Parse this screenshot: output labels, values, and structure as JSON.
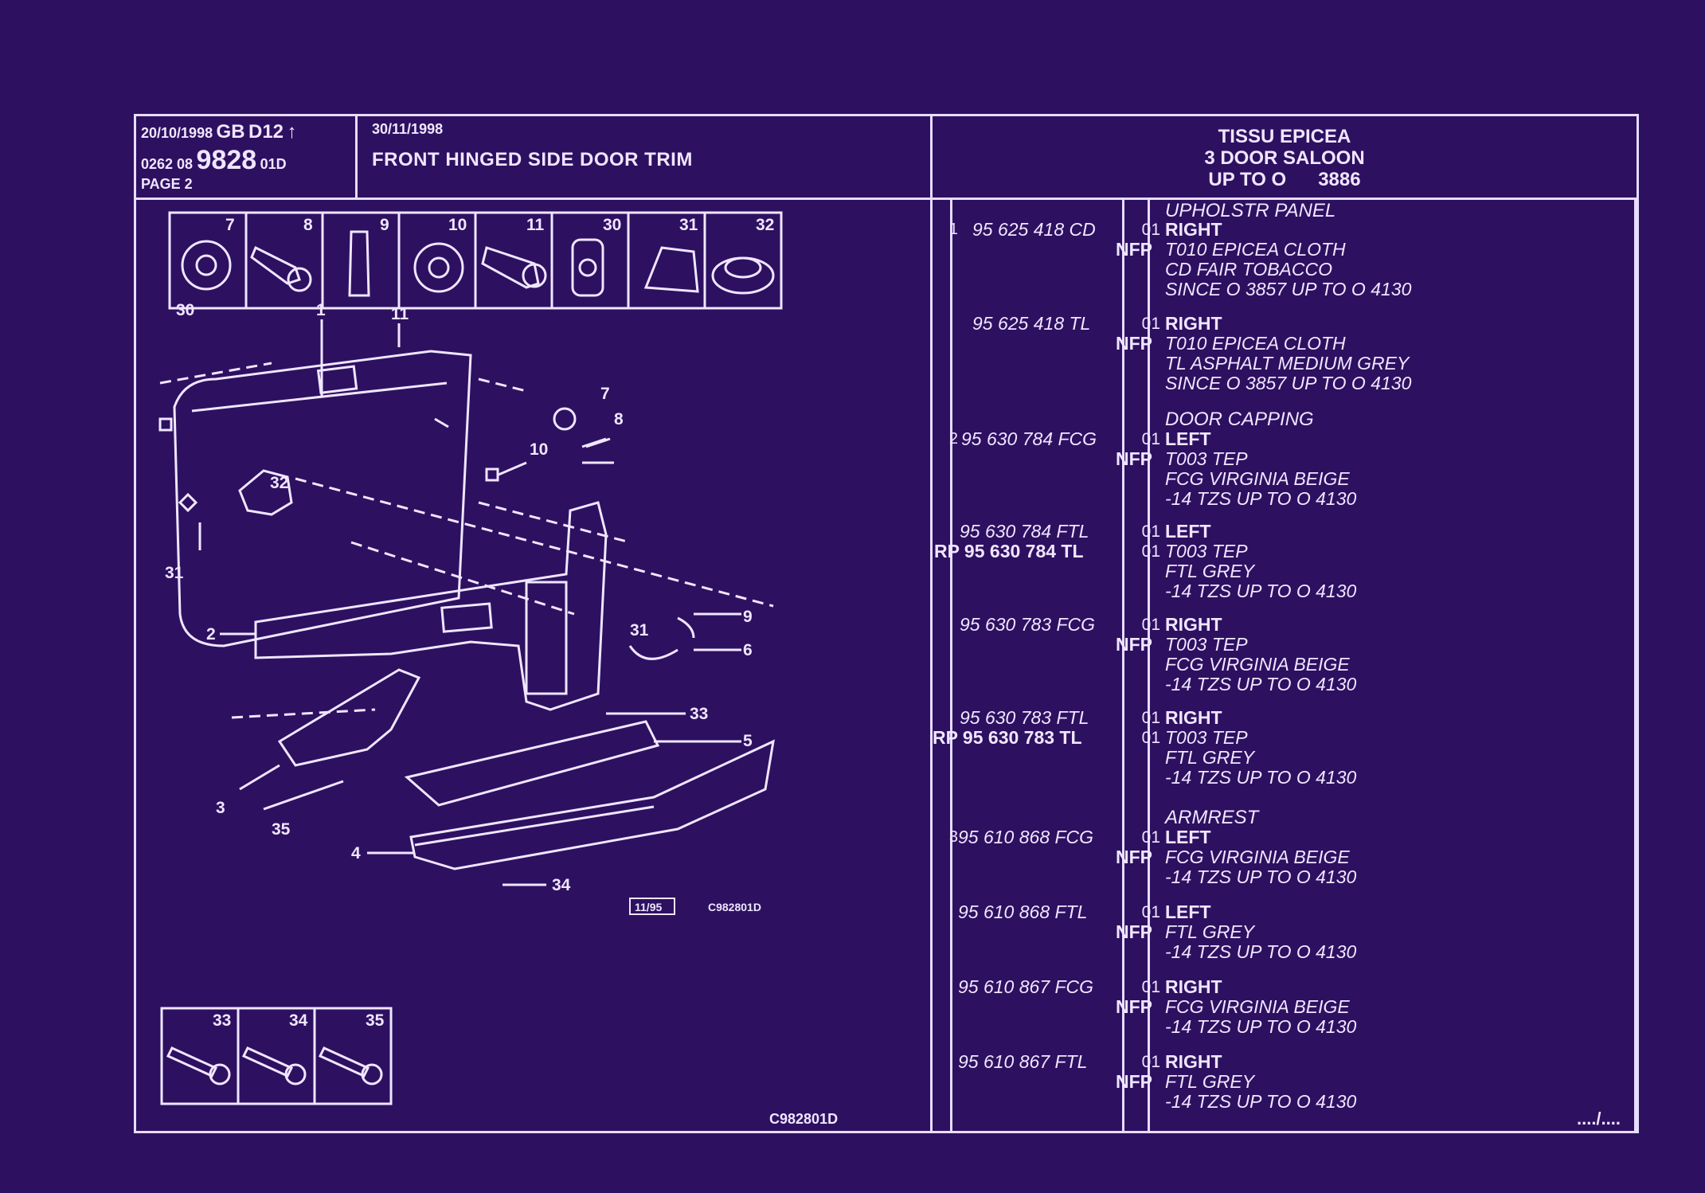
{
  "header": {
    "date1": "20/10/1998",
    "country": "GB",
    "code": "D12",
    "arrow": "↑",
    "ref_prefix": "0262 08",
    "ref_main": "9828",
    "ref_suffix": "01D",
    "page": "PAGE 2",
    "date2": "30/11/1998",
    "title": "FRONT HINGED SIDE DOOR TRIM",
    "model_line1": "TISSU EPICEA",
    "model_line2": "3 DOOR SALOON",
    "model_line3": "UP TO O      3886"
  },
  "icons": {
    "top": [
      "7",
      "8",
      "9",
      "10",
      "11",
      "30",
      "31",
      "32"
    ],
    "bottom": [
      "33",
      "34",
      "35"
    ]
  },
  "diagram_labels": {
    "l30": "30",
    "l1": "1",
    "l11": "11",
    "l7": "7",
    "l8": "8",
    "l10": "10",
    "l32": "32",
    "l31a": "31",
    "l9": "9",
    "l31b": "31",
    "l6": "6",
    "l2": "2",
    "l33": "33",
    "l5": "5",
    "l3": "3",
    "l35": "35",
    "l4": "4",
    "l34": "34",
    "date_box": "11/95",
    "code_small": "C982801D",
    "code_bottom": "C982801D"
  },
  "parts": {
    "groups": [
      "UPHOLSTR PANEL",
      "DOOR CAPPING",
      "ARMREST"
    ],
    "entries": [
      {
        "idx": "1",
        "pn": "95 625 418 CD",
        "nfp": "NFP",
        "qty": "01",
        "side": "RIGHT",
        "lines": [
          "T010 EPICEA CLOTH",
          "CD FAIR TOBACCO",
          "SINCE O 3857 UP TO O 4130"
        ]
      },
      {
        "idx": "",
        "pn": "95 625 418 TL",
        "nfp": "NFP",
        "qty": "01",
        "side": "RIGHT",
        "lines": [
          "T010 EPICEA CLOTH",
          "TL ASPHALT MEDIUM GREY",
          "SINCE O 3857 UP TO O 4130"
        ]
      },
      {
        "idx": "2",
        "pn": "95 630 784 FCG",
        "nfp": "NFP",
        "qty": "01",
        "side": "LEFT",
        "lines": [
          "T003 TEP",
          "FCG VIRGINIA BEIGE",
          "-14 TZS UP TO O 4130"
        ]
      },
      {
        "idx": "",
        "pn": "95 630 784 FTL",
        "rp": "RP  95 630 784 TL",
        "qty": "01",
        "qty2": "01",
        "side": "LEFT",
        "lines": [
          "T003 TEP",
          "FTL GREY",
          "-14 TZS UP TO O 4130"
        ]
      },
      {
        "idx": "",
        "pn": "95 630 783 FCG",
        "nfp": "NFP",
        "qty": "01",
        "side": "RIGHT",
        "lines": [
          "T003 TEP",
          "FCG VIRGINIA BEIGE",
          "-14 TZS UP TO O 4130"
        ]
      },
      {
        "idx": "",
        "pn": "95 630 783 FTL",
        "rp": "RP  95 630 783 TL",
        "qty": "01",
        "qty2": "01",
        "side": "RIGHT",
        "lines": [
          "T003 TEP",
          "FTL GREY",
          "-14 TZS UP TO O 4130"
        ]
      },
      {
        "idx": "3",
        "pn": "95 610 868 FCG",
        "nfp": "NFP",
        "qty": "01",
        "side": "LEFT",
        "lines": [
          "FCG VIRGINIA BEIGE",
          "-14 TZS UP TO O 4130"
        ]
      },
      {
        "idx": "",
        "pn": "95 610 868 FTL",
        "nfp": "NFP",
        "qty": "01",
        "side": "LEFT",
        "lines": [
          "FTL GREY",
          "-14 TZS UP TO O 4130"
        ]
      },
      {
        "idx": "",
        "pn": "95 610 867 FCG",
        "nfp": "NFP",
        "qty": "01",
        "side": "RIGHT",
        "lines": [
          "FCG VIRGINIA BEIGE",
          "-14 TZS UP TO O 4130"
        ]
      },
      {
        "idx": "",
        "pn": "95 610 867 FTL",
        "nfp": "NFP",
        "qty": "01",
        "side": "RIGHT",
        "lines": [
          "FTL GREY",
          "-14 TZS UP TO O 4130"
        ]
      }
    ],
    "continued": "..../...."
  }
}
